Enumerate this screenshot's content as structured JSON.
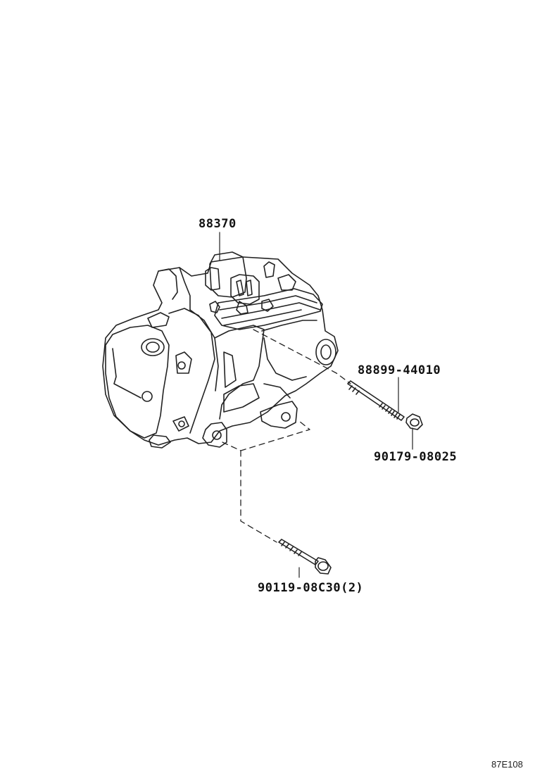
{
  "diagram": {
    "code": "87E108",
    "parts": [
      {
        "id": "compressor",
        "part_number": "88370"
      },
      {
        "id": "stud-bolt",
        "part_number": "88899-44010"
      },
      {
        "id": "nut",
        "part_number": "90179-08025"
      },
      {
        "id": "flange-bolt",
        "part_number": "90119-08C30(2)"
      }
    ]
  }
}
